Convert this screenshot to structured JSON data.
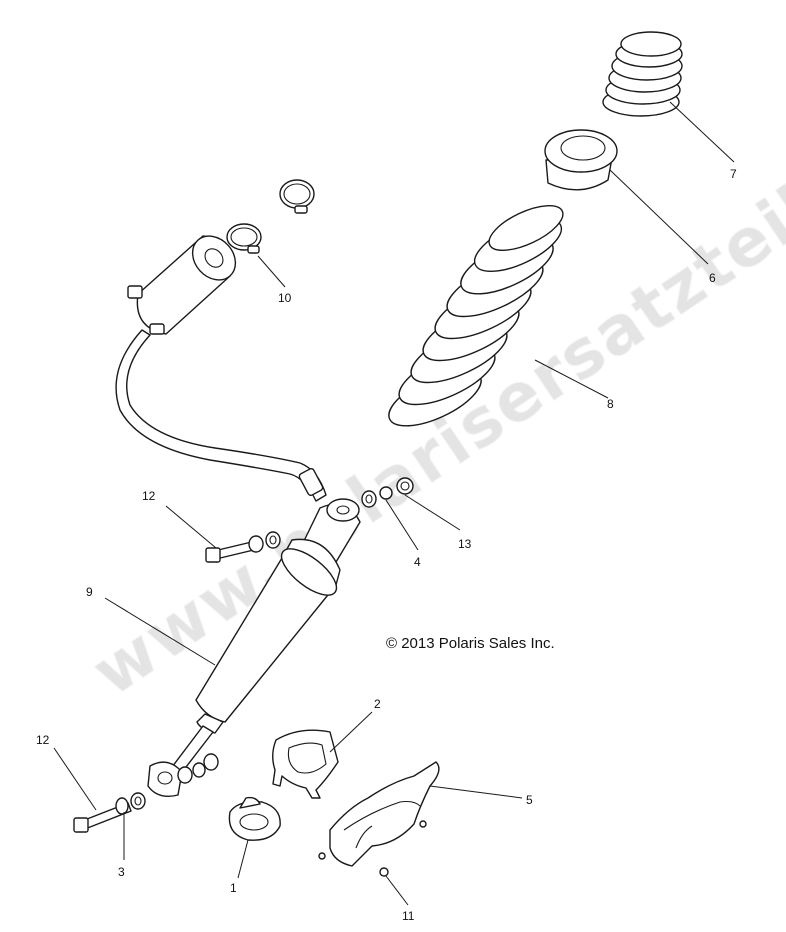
{
  "copyright": "© 2013 Polaris Sales Inc.",
  "watermark": "www.polarisersatzteile.de",
  "callouts": {
    "c1": "1",
    "c2": "2",
    "c3": "3",
    "c4": "4",
    "c5": "5",
    "c6": "6",
    "c7": "7",
    "c8": "8",
    "c9": "9",
    "c10": "10",
    "c11": "11",
    "c12a": "12",
    "c12b": "12",
    "c13": "13"
  }
}
